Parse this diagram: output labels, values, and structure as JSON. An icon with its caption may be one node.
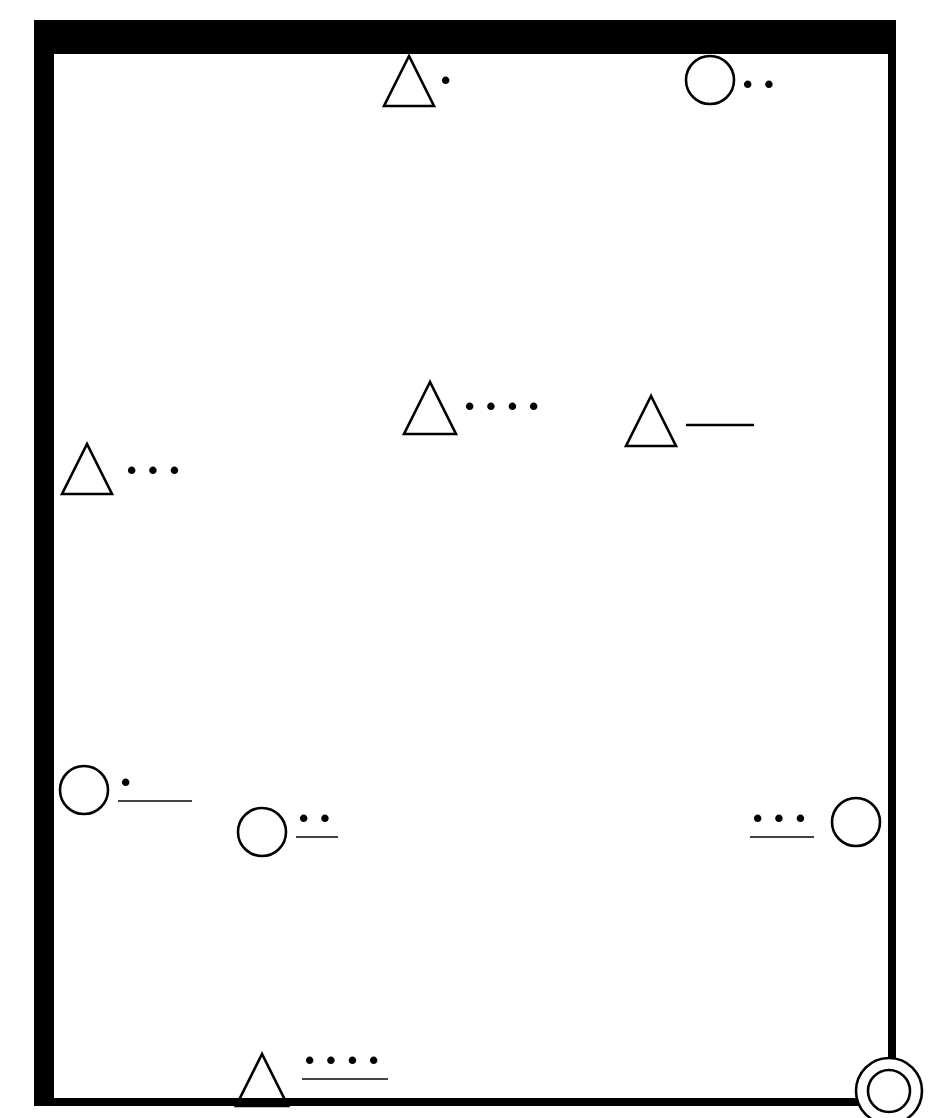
{
  "diagram": {
    "nodes": [
      {
        "text": [],
        "shape": "box"
      },
      {
        "text": [],
        "shape": "triangle",
        "in": 0,
        "beside": [
          "•"
        ]
      },
      {
        "text": [],
        "shape": "circle",
        "in": 0,
        "beside": [
          "••"
        ]
      },
      {
        "text": [],
        "shape": "triangle",
        "in": 0,
        "beside": [
          "••••"
        ]
      },
      {
        "text": [],
        "shape": "triangle",
        "in": 0
      },
      {
        "text": [],
        "shape": "triangle",
        "in": 0,
        "beside": [
          "•••"
        ]
      },
      {
        "text": [],
        "shape": "circle",
        "in": 0,
        "beside": [
          "•"
        ]
      },
      {
        "text": [],
        "shape": "circle",
        "in": 0,
        "beside": [
          "••"
        ]
      },
      {
        "text": [],
        "shape": "circle",
        "in": 0,
        "beside": [
          "•••"
        ]
      },
      {
        "text": [],
        "shape": "triangle",
        "in": 0,
        "beside": [
          "••••"
        ]
      },
      {
        "text": [],
        "shape": "double-circle"
      }
    ]
  }
}
